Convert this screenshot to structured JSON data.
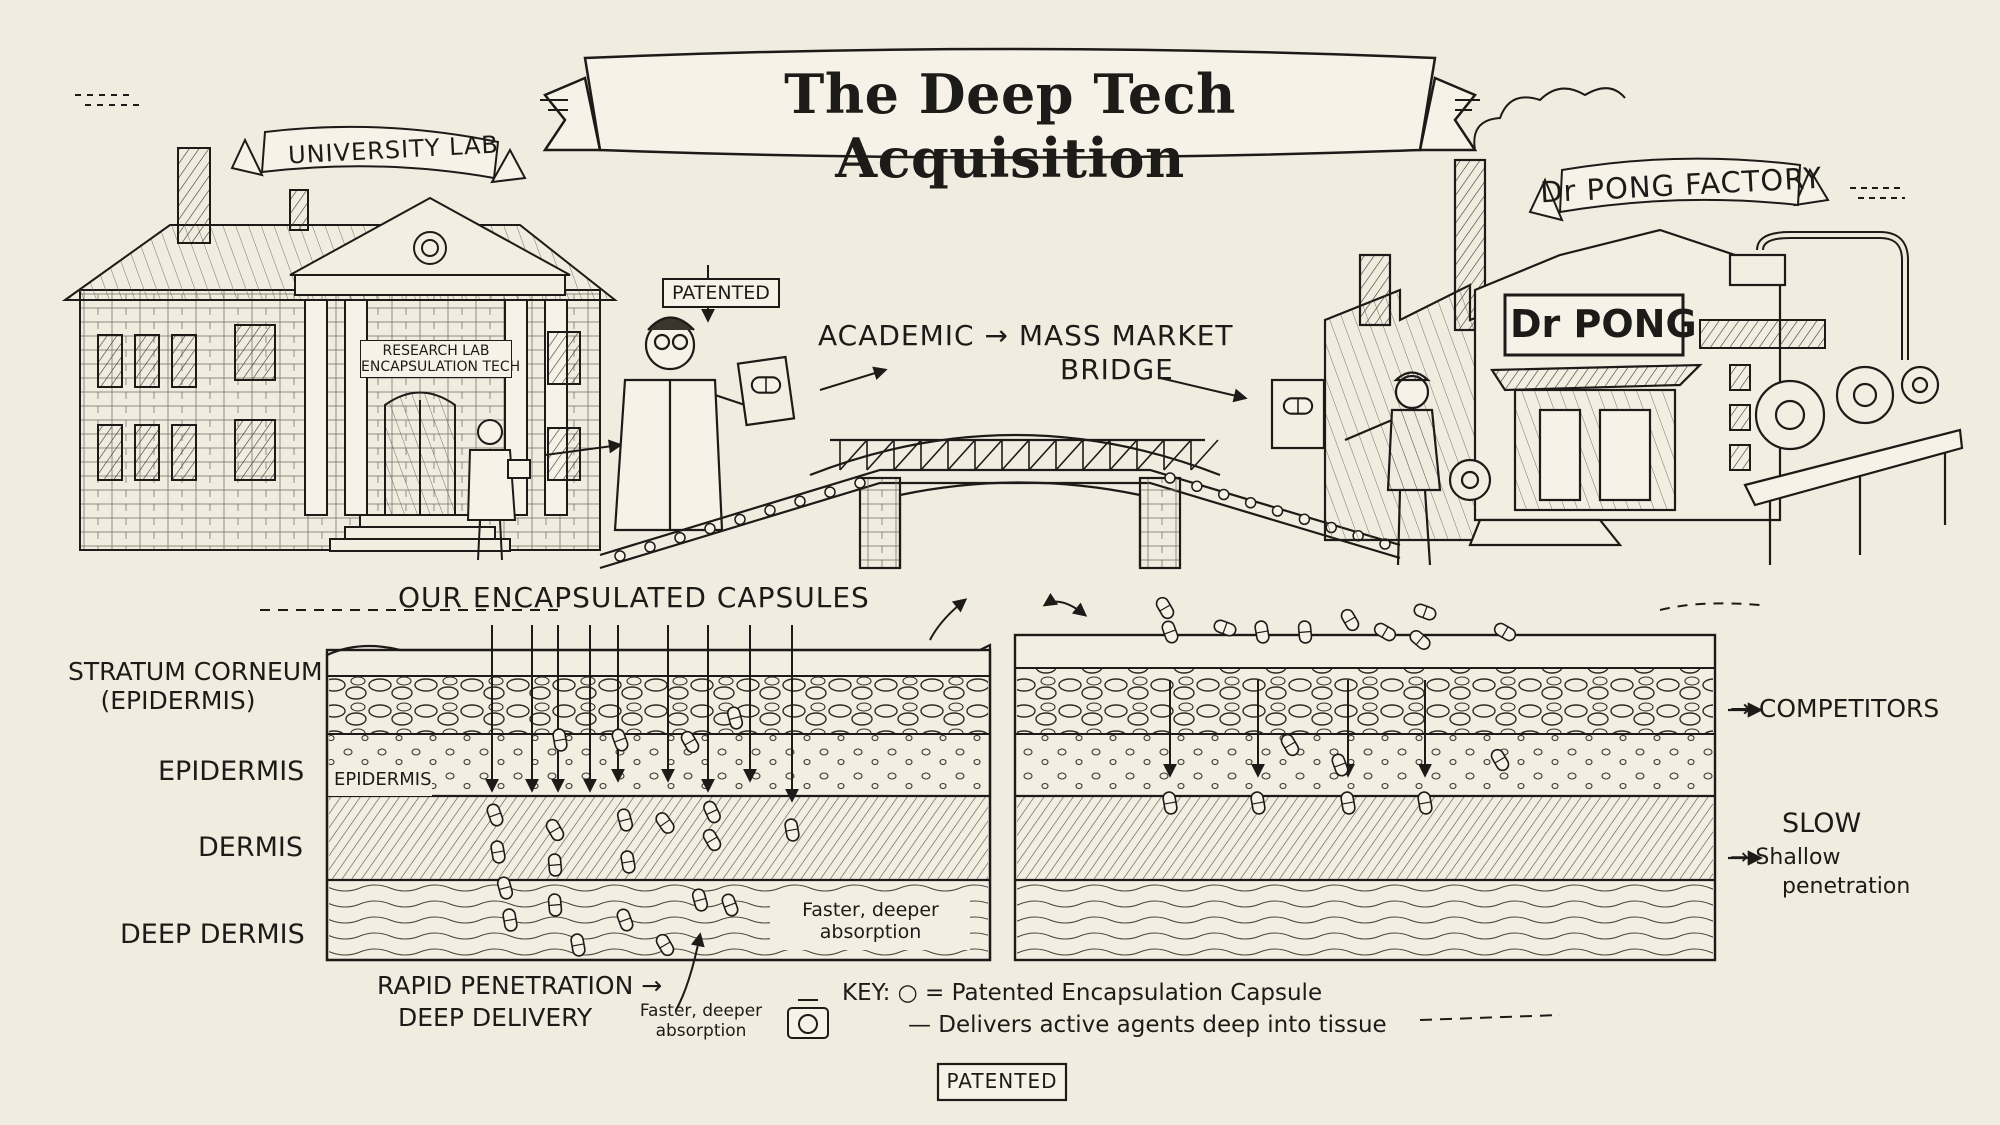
{
  "title": "The Deep Tech Acquisition",
  "university": {
    "banner": "UNIVERSITY LAB",
    "sign_line1": "RESEARCH LAB",
    "sign_line2": "ENCAPSULATION TECH",
    "patented_tag": "PATENTED"
  },
  "bridge": {
    "label_line1": "ACADEMIC → MASS MARKET",
    "label_line2": "BRIDGE"
  },
  "factory": {
    "banner": "Dr PONG FACTORY",
    "sign": "Dr PONG"
  },
  "diagram": {
    "heading": "OUR ENCAPSULATED CAPSULES",
    "layers": {
      "stratum_line1": "STRATUM CORNEUM",
      "stratum_line2": "(EPIDERMIS)",
      "epidermis": "EPIDERMIS",
      "dermis": "DERMIS",
      "deep_dermis": "DEEP DERMIS"
    },
    "inner_epidermis": "EPIDERMIS",
    "absorption_note_line1": "Faster, deeper",
    "absorption_note_line2": "absorption",
    "rapid_line1": "RAPID PENETRATION →",
    "rapid_line2": "DEEP DELIVERY",
    "small_note_line1": "Faster, deeper",
    "small_note_line2": "absorption",
    "competitors": "→ COMPETITORS",
    "slow": "SLOW",
    "shallow_line1": "→ Shallow",
    "shallow_line2": "penetration"
  },
  "key": {
    "line1": "KEY: ○ = Patented Encapsulation Capsule",
    "line2": "— Delivers active agents deep into tissue"
  },
  "bottom_tag": "PATENTED"
}
